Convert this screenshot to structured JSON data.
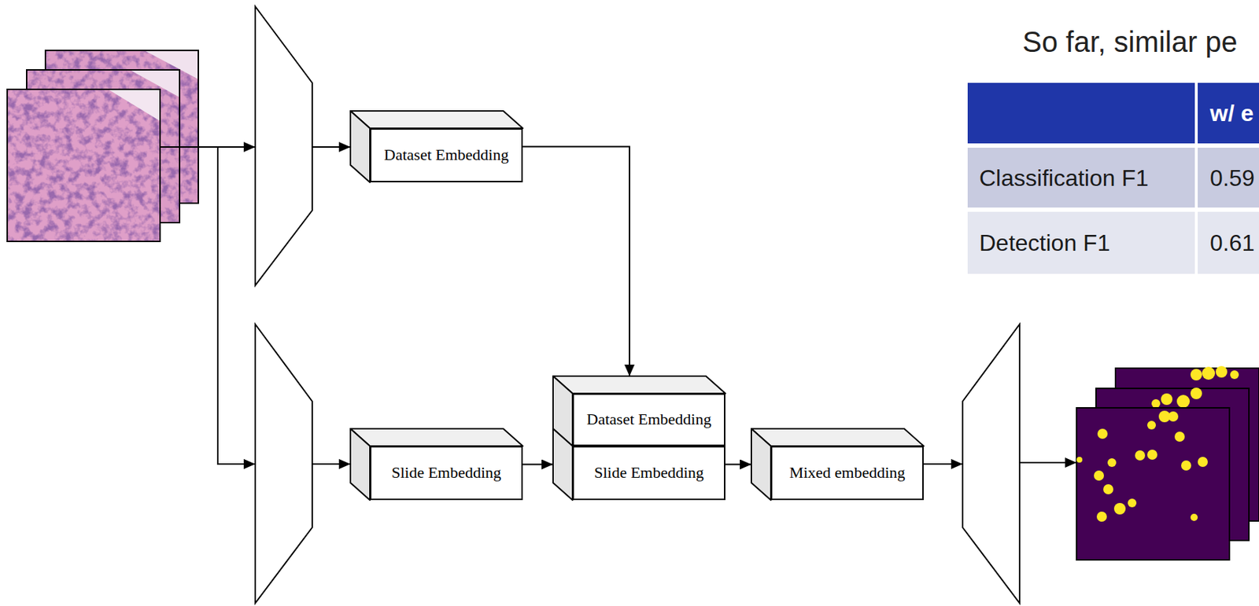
{
  "diagram": {
    "nodes": [
      {
        "text": [
          "Dataset Embedding"
        ]
      },
      {
        "text": [
          "Slide Embedding"
        ]
      },
      {
        "text": [
          "Dataset Embedding"
        ]
      },
      {
        "text": [
          "Slide Embedding"
        ]
      },
      {
        "text": [
          "Mixed embedding"
        ]
      }
    ],
    "edges": [
      {
        "from": 0,
        "to": 2,
        "arrow": "to"
      },
      {
        "from": 1,
        "to": 3,
        "arrow": "to"
      },
      {
        "from": 3,
        "to": 4,
        "arrow": "to"
      }
    ],
    "labels": [
      "So far, similar pe",
      "w/ e",
      "Classification F1",
      "0.59",
      "Detection F1",
      "0.61"
    ]
  }
}
